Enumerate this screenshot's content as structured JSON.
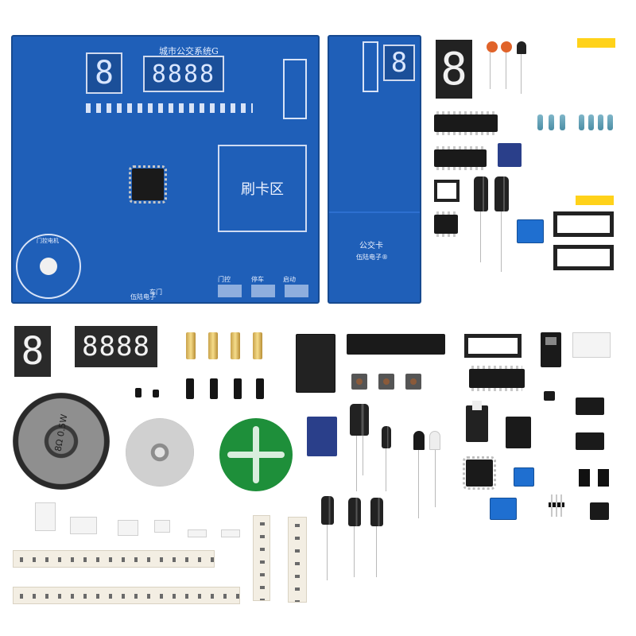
{
  "main_board": {
    "title": "城市公交系统G",
    "card_area_label": "刷卡区",
    "door_motor_label": "门控电机",
    "bottom_labels": [
      "车门",
      "门控",
      "停车",
      "启动"
    ],
    "brand": "伍陆电子",
    "digit_single": "8",
    "digit_quad": "8888"
  },
  "card_board": {
    "title": "公交卡",
    "brand": "伍陆电子®",
    "digit": "8"
  },
  "loose_parts": {
    "single_display": "8",
    "quad_display": "8888",
    "speaker_label": "8Ω 0.5W",
    "speaker_text_a": "8Ω",
    "speaker_text_b": "0.5W"
  },
  "colors": {
    "pcb_blue": "#1f5fb8",
    "pcb_green": "#1e8f3a",
    "terminal_blue": "#1f6fd0",
    "capacitor_orange": "#e0632a",
    "header_yellow": "#ffd21a"
  }
}
